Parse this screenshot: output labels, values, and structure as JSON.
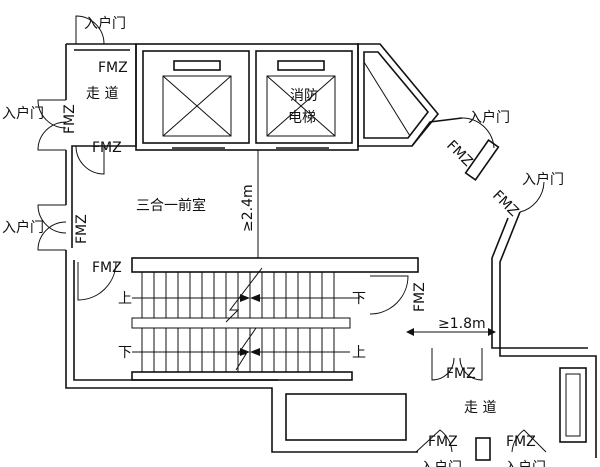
{
  "diagram": {
    "labels": {
      "entry_door": "入户门",
      "corridor": "走 道",
      "door_type": "FMZ",
      "fire_elevator_line1": "消防",
      "fire_elevator_line2": "电梯",
      "anteroom": "三合一前室",
      "dim_anteroom": "≥2.4m",
      "dim_corridor": "≥1.8m",
      "stair_up": "上",
      "stair_down": "下"
    },
    "colors": {
      "line": "#111111",
      "background": "#ffffff"
    }
  }
}
